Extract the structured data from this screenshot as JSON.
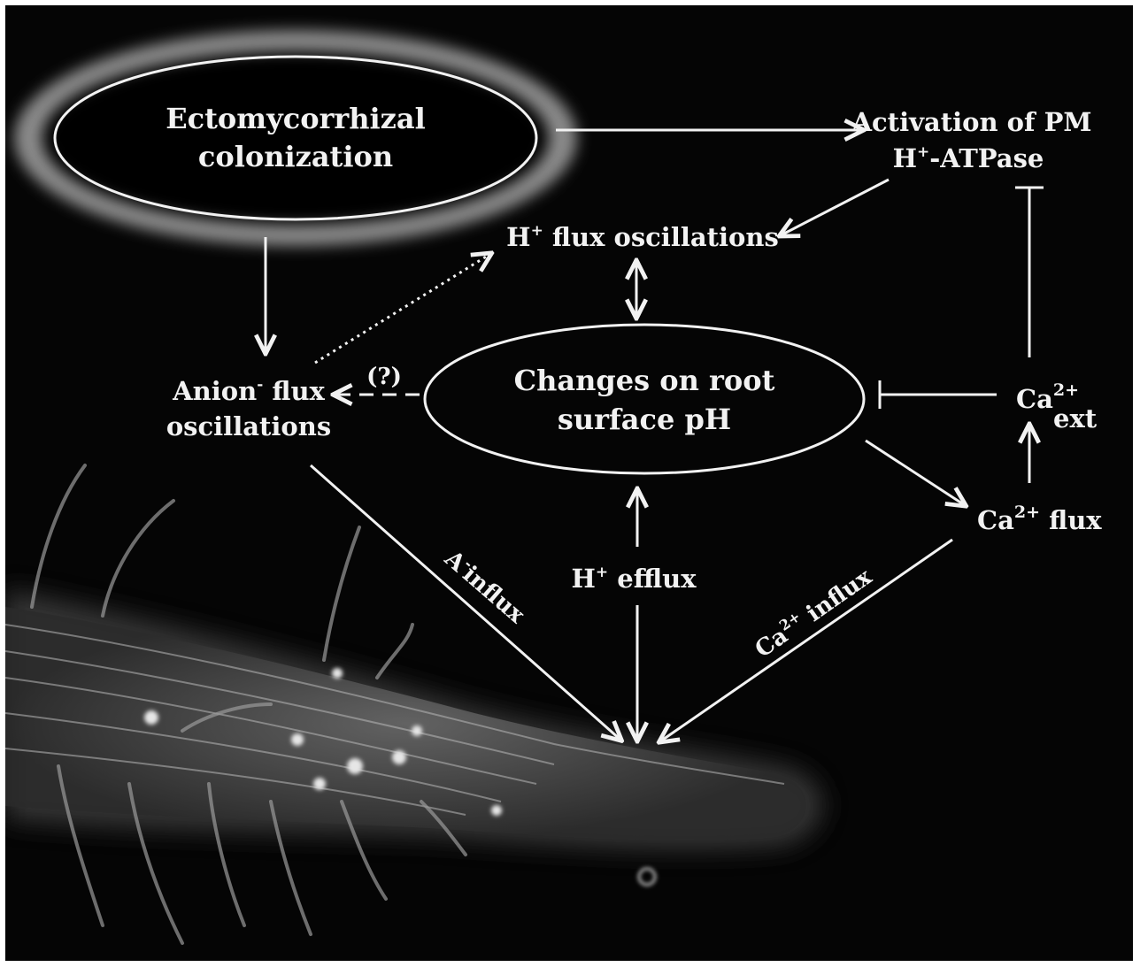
{
  "nodes": {
    "ecto_line1": "Ectomycorrhizal",
    "ecto_line2": "colonization",
    "pm_line1": "Activation of PM",
    "pm_h": "H",
    "pm_sup": "+",
    "pm_rest": "-ATPase",
    "hflux_h": "H",
    "hflux_sup": "+",
    "hflux_rest": " flux oscillations",
    "anion_line1_a": "Anion",
    "anion_sup": "-",
    "anion_line1_b": " flux",
    "anion_line2": "oscillations",
    "ph_line1": "Changes on root",
    "ph_line2": "surface pH",
    "caext_base": "Ca",
    "caext_sup": "2+",
    "caext_sub": "ext",
    "caflux_base": "Ca",
    "caflux_sup": "2+",
    "caflux_rest": " flux",
    "hefflux_h": "H",
    "hefflux_sup": "+",
    "hefflux_rest": " efflux"
  },
  "edge_labels": {
    "question": "(?)",
    "a_influx_a": "A",
    "a_influx_sup": "-",
    "a_influx_b": "influx",
    "ca_influx_base": "Ca",
    "ca_influx_sup": "2+",
    "ca_influx_rest": " influx"
  },
  "colors": {
    "background": "#050505",
    "foreground": "#f2f2f2",
    "glow": "#9a9a9a"
  }
}
